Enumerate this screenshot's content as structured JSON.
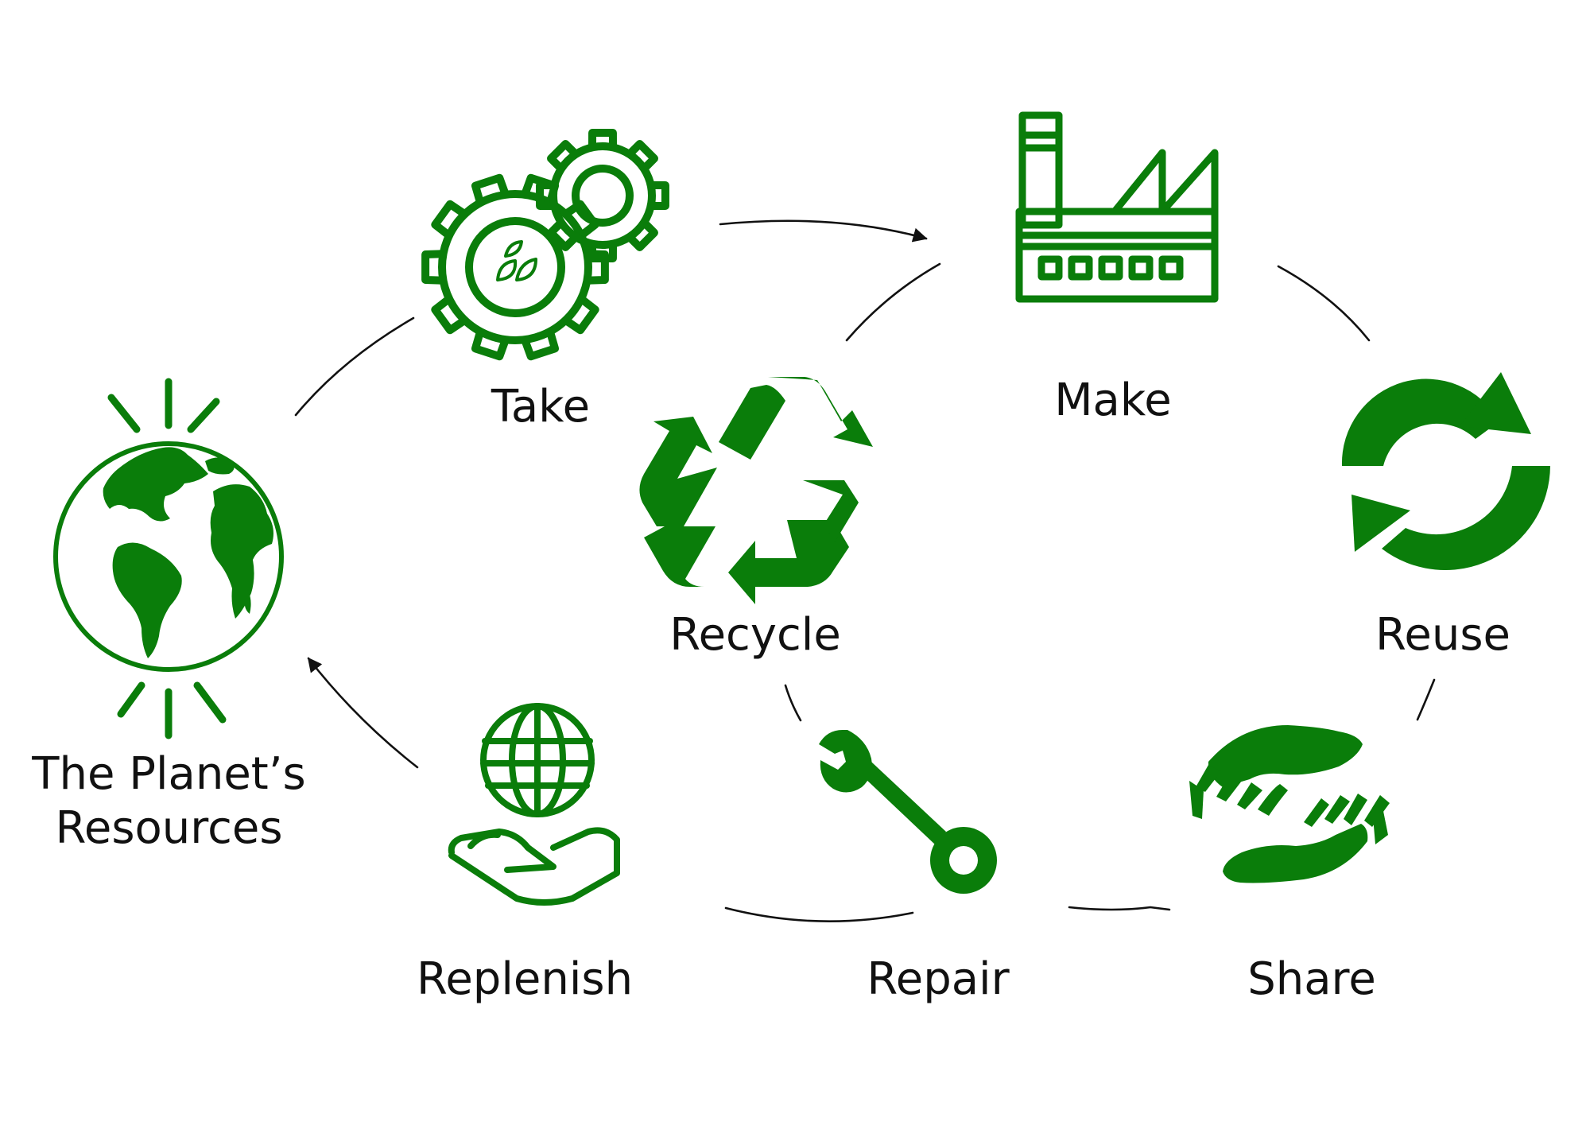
{
  "colors": {
    "accent": "#0a7d0a",
    "arrow": "#111111",
    "text": "#111111",
    "background": "#ffffff"
  },
  "nodes": [
    {
      "id": "planet",
      "icon": "globe-icon",
      "label_lines": [
        "The Planet’s",
        "Resources"
      ]
    },
    {
      "id": "take",
      "icon": "gears-leaf-icon",
      "label": "Take"
    },
    {
      "id": "make",
      "icon": "factory-icon",
      "label": "Make"
    },
    {
      "id": "reuse",
      "icon": "refresh-arrows-icon",
      "label": "Reuse"
    },
    {
      "id": "share",
      "icon": "sharing-hands-icon",
      "label": "Share"
    },
    {
      "id": "repair",
      "icon": "wrench-icon",
      "label": "Repair"
    },
    {
      "id": "recycle",
      "icon": "recycle-icon",
      "label": "Recycle"
    },
    {
      "id": "replenish",
      "icon": "hand-globe-icon",
      "label": "Replenish"
    }
  ]
}
